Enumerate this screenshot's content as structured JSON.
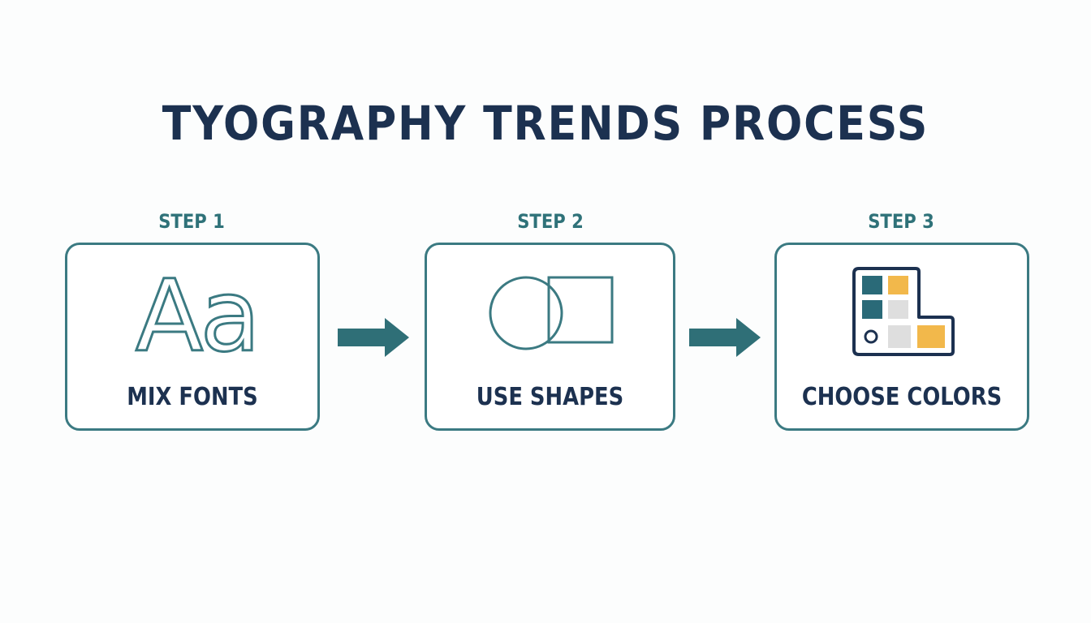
{
  "title": "TYOGRAPHY TRENDS PROCESS",
  "steps": [
    {
      "step": "STEP 1",
      "label": "MIX FONTS",
      "icon": "font-aa-icon",
      "glyph": "Aa"
    },
    {
      "step": "STEP 2",
      "label": "USE SHAPES",
      "icon": "circle-square-icon"
    },
    {
      "step": "STEP 3",
      "label": "CHOOSE COLORS",
      "icon": "color-palette-icon"
    }
  ],
  "colors": {
    "title": "#1c3150",
    "teal": "#3b7a82",
    "arrow": "#2f6f77",
    "swatch_dark": "#2a6a78",
    "swatch_yellow": "#f2b84b",
    "swatch_gray": "#dedede"
  }
}
